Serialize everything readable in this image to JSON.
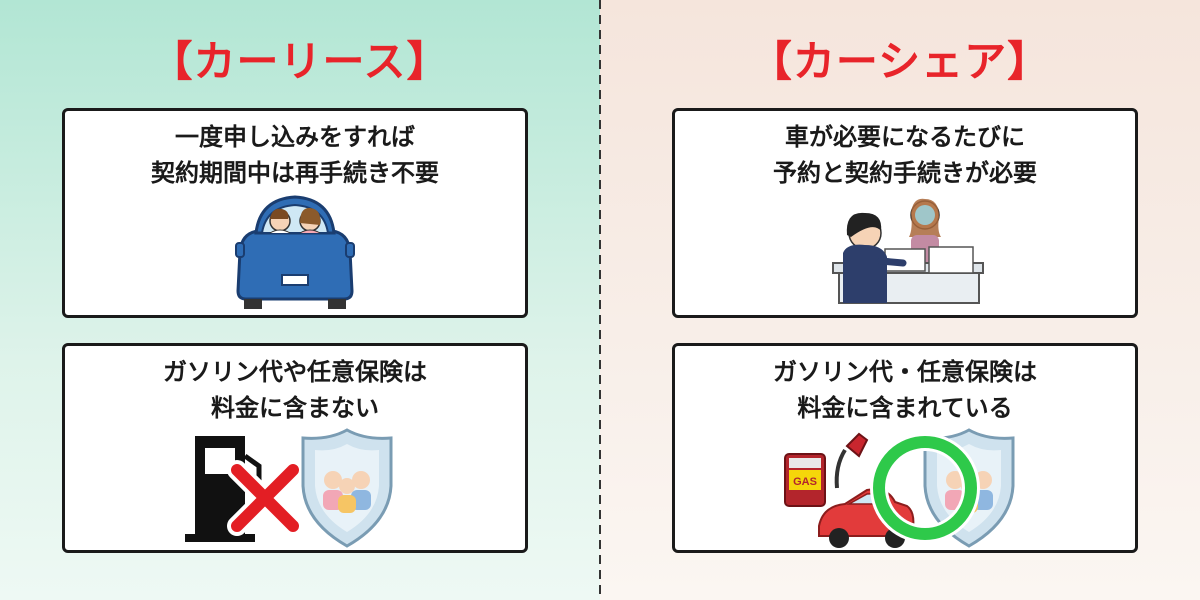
{
  "left": {
    "title": "【カーリース】",
    "card1": {
      "line1": "一度申し込みをすれば",
      "line2": "契約期間中は再手続き不要"
    },
    "card2": {
      "line1": "ガソリン代や任意保険は",
      "line2": "料金に含まない"
    }
  },
  "right": {
    "title": "【カーシェア】",
    "card1": {
      "line1": "車が必要になるたびに",
      "line2": "予約と契約手続きが必要"
    },
    "card2": {
      "line1": "ガソリン代・任意保険は",
      "line2": "料金に含まれている"
    },
    "gas_sign": "GAS"
  },
  "colors": {
    "accent_red": "#e8242a",
    "left_bg": "#b2e6d4",
    "right_bg": "#f5e5dc",
    "circle_green": "#2ec94a",
    "cross_red": "#e31e24"
  },
  "icons": [
    "car-with-couple-illustration",
    "rental-counter-illustration",
    "gas-pump-icon",
    "cross-mark-icon",
    "insurance-shield-icon",
    "gas-nozzle-icon",
    "red-car-icon",
    "circle-mark-icon"
  ]
}
